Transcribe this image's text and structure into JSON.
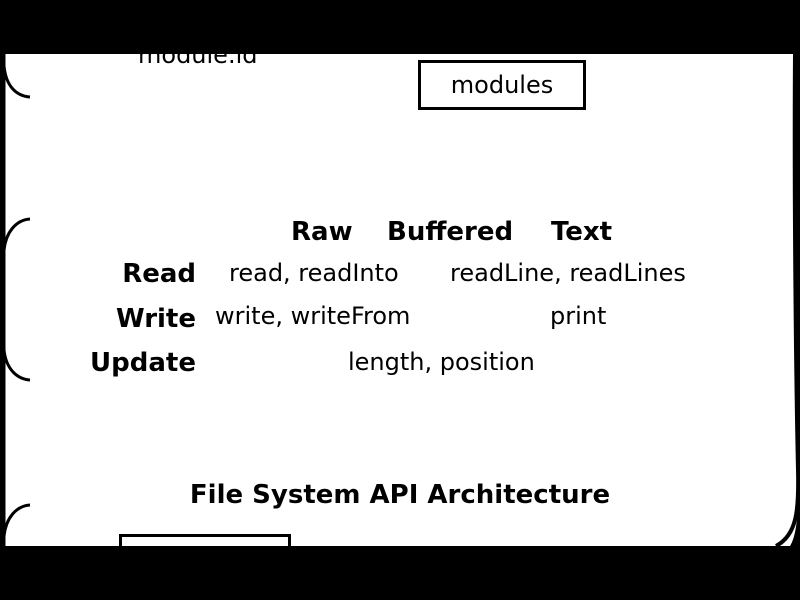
{
  "top_partial_label": "module.id",
  "modules_box_label": "modules",
  "table": {
    "col_headers": [
      "Raw",
      "Buffered",
      "Text"
    ],
    "rows": [
      {
        "label": "Read",
        "raw": "read, readInto",
        "buffered": "readLine, readLines"
      },
      {
        "label": "Write",
        "raw": "write, writeFrom",
        "text": "print"
      },
      {
        "label": "Update",
        "span": "length, position"
      }
    ]
  },
  "title": "File System API Architecture",
  "colors": {
    "frame": "#000000",
    "paper": "#ffffff",
    "ink": "#000000"
  }
}
